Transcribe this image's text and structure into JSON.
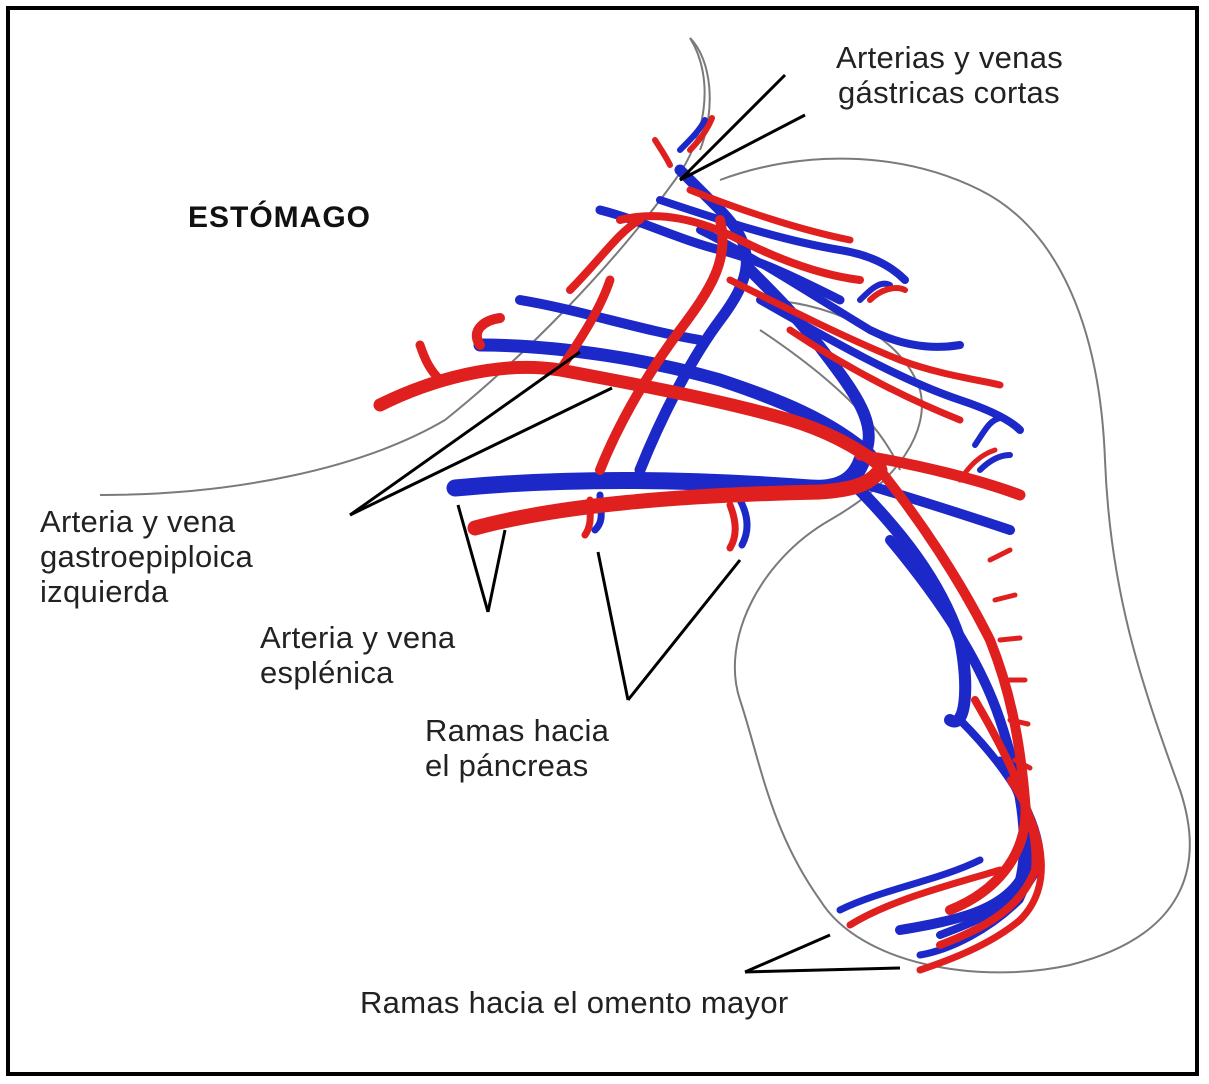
{
  "labels": {
    "stomach": "ESTÓMAGO",
    "short_gastric": [
      "Arterias y venas",
      "gástricas cortas"
    ],
    "gastroepiploic": [
      "Arteria y vena",
      "gastroepiploica",
      "izquierda"
    ],
    "splenic": [
      "Arteria y vena",
      "esplénica"
    ],
    "pancreas_branches": [
      "Ramas hacia",
      "el páncreas"
    ],
    "omentum_branches": "Ramas hacia el omento mayor"
  },
  "colors": {
    "artery": "#e0201e",
    "vein": "#1c28c8",
    "outline": "#7a7a7a",
    "leader": "#000000",
    "frame": "#000000"
  }
}
